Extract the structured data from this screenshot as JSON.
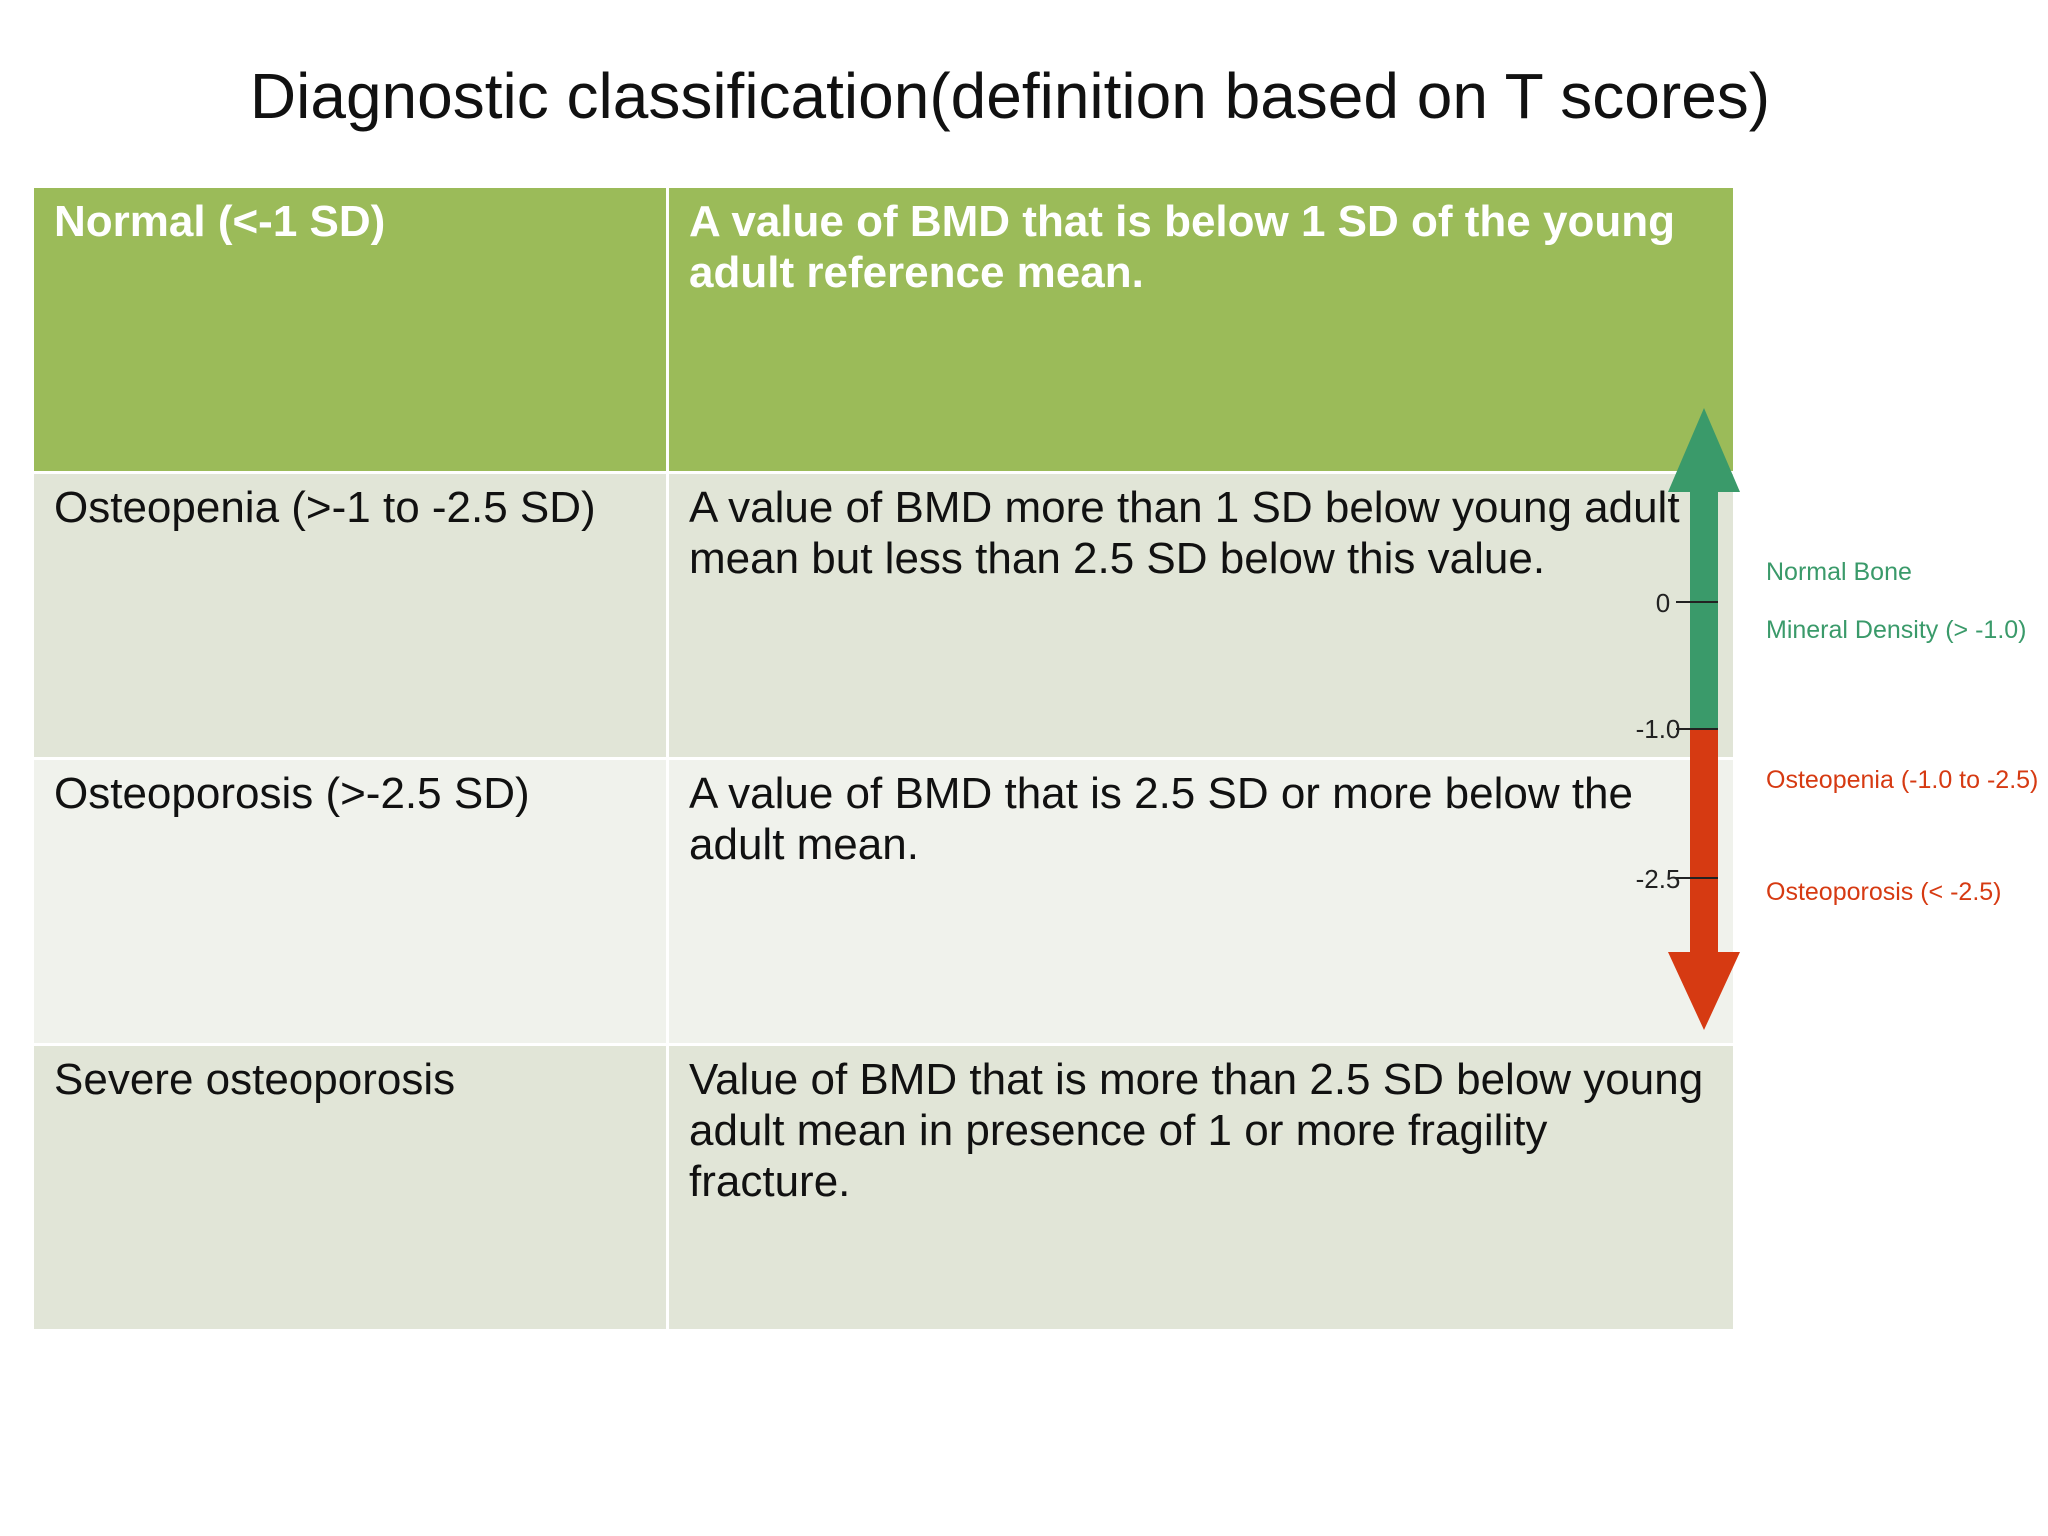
{
  "title": "Diagnostic classification(definition based on T scores)",
  "table": {
    "rows": [
      {
        "category": "Normal (<-1 SD)",
        "definition": "A value of BMD that is below 1 SD of the young adult reference mean."
      },
      {
        "category": "Osteopenia (>-1 to -2.5 SD)",
        "definition": "A value of BMD more than 1 SD below young adult mean but less than 2.5 SD below this value."
      },
      {
        "category": "Osteoporosis (>-2.5 SD)",
        "definition": "A value of BMD that is 2.5 SD or more below the adult mean."
      },
      {
        "category": "Severe osteoporosis",
        "definition": "Value of BMD that is more than 2.5 SD below young adult mean in presence of 1 or more fragility fracture."
      }
    ]
  },
  "figure": {
    "ticks": [
      "0",
      "-1.0",
      "-2.5"
    ],
    "labels": {
      "normal_line1": "Normal Bone",
      "normal_line2": "Mineral Density (> -1.0)",
      "osteopenia": "Osteopenia (-1.0 to -2.5)",
      "osteoporosis": "Osteoporosis (< -2.5)"
    },
    "colors": {
      "normal": "#3a9a6a",
      "low": "#d63a12",
      "header": "#9bbb59"
    }
  }
}
